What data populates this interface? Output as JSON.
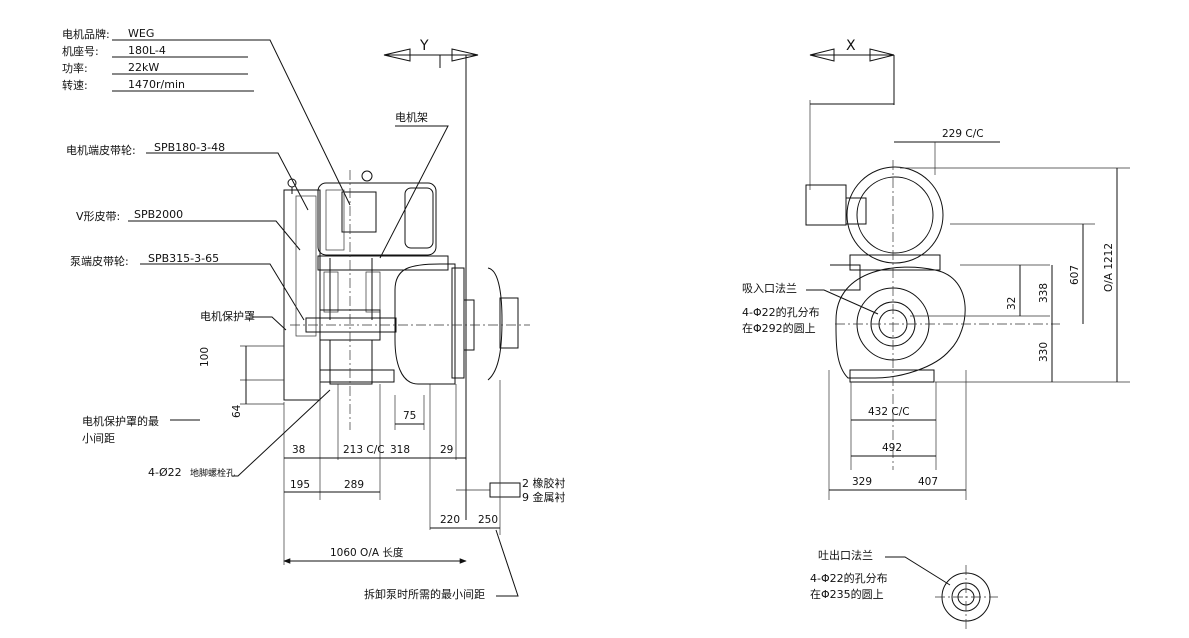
{
  "motor_specs": [
    {
      "label": "电机品牌:",
      "value": "WEG"
    },
    {
      "label": "机座号:",
      "value": "180L-4"
    },
    {
      "label": "功率:",
      "value": "22kW"
    },
    {
      "label": "转速:",
      "value": "1470r/min"
    }
  ],
  "belt_parts": [
    {
      "label": "电机端皮带轮:",
      "value": "SPB180-3-48"
    },
    {
      "label": "V形皮带:",
      "value": "SPB2000"
    },
    {
      "label": "泵端皮带轮:",
      "value": "SPB315-3-65"
    }
  ],
  "side_view": {
    "view_label": "Y",
    "motor_frame": "电机架",
    "guard": "电机保护罩",
    "guard_min_gap_line1": "电机保护罩的最",
    "guard_min_gap_line2": "小间距",
    "anchor_bolts_prefix": "4-Ø22",
    "anchor_bolts_suffix": "地脚螺栓孔",
    "lining_rubber": "2 橡胶衬",
    "lining_metal": "9 金属衬",
    "min_removal": "拆卸泵时所需的最小间距",
    "dims": {
      "d100": "100",
      "d64": "64",
      "d75": "75",
      "d38": "38",
      "d213": "213 C/C",
      "d318": "318",
      "d29": "29",
      "d195": "195",
      "d289": "289",
      "d220": "220",
      "d250": "250",
      "overall": "1060 O/A 长度"
    }
  },
  "front_view": {
    "view_label": "X",
    "inlet_flange": "吸入口法兰",
    "inlet_holes_line1": "4-Φ22的孔分布",
    "inlet_holes_line2": "在Φ292的圆上",
    "dims": {
      "d229": "229 C/C",
      "d607": "607",
      "d1212": "O/A 1212",
      "d338": "338",
      "d32": "32",
      "d330": "330",
      "d432": "432 C/C",
      "d492": "492",
      "d329": "329",
      "d407": "407"
    }
  },
  "outlet_view": {
    "outlet_flange": "吐出口法兰",
    "outlet_holes_line1": "4-Φ22的孔分布",
    "outlet_holes_line2": "在Φ235的圆上"
  }
}
